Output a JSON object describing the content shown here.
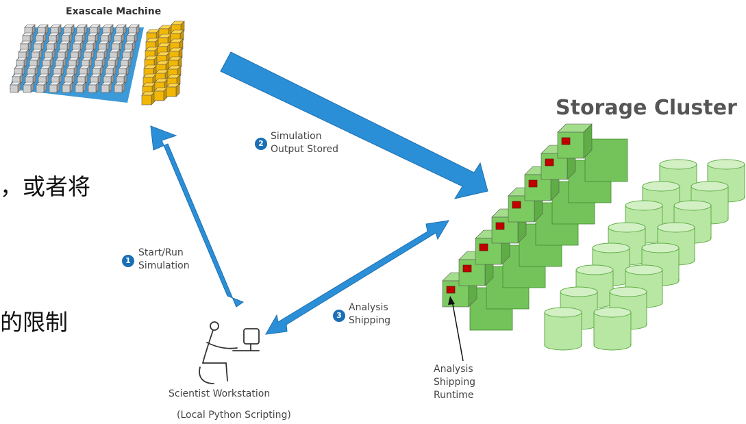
{
  "exascale_title": "Exascale Machine",
  "storage_title": "Storage Cluster",
  "cjk_text_1": "，或者将",
  "cjk_text_2": "的限制",
  "steps": [
    {
      "num": "1",
      "line1": "Start/Run",
      "line2": "Simulation"
    },
    {
      "num": "2",
      "line1": "Simulation",
      "line2": "Output Stored"
    },
    {
      "num": "3",
      "line1": "Analysis",
      "line2": "Shipping"
    }
  ],
  "runtime_label": [
    "Analysis",
    "Shipping",
    "Runtime"
  ],
  "workstation_label": "Scientist Workstation",
  "workstation_sublabel": "(Local Python Scripting)",
  "colors": {
    "arrow": "#2a8fd6",
    "node_gray": "#cfcfcf",
    "node_gold": "#f2b705",
    "base_blue": "#3c9ad8",
    "storage_green": "#7ccb60",
    "cylinder_green": "#b8e6a3",
    "marker_red": "#c00000"
  }
}
